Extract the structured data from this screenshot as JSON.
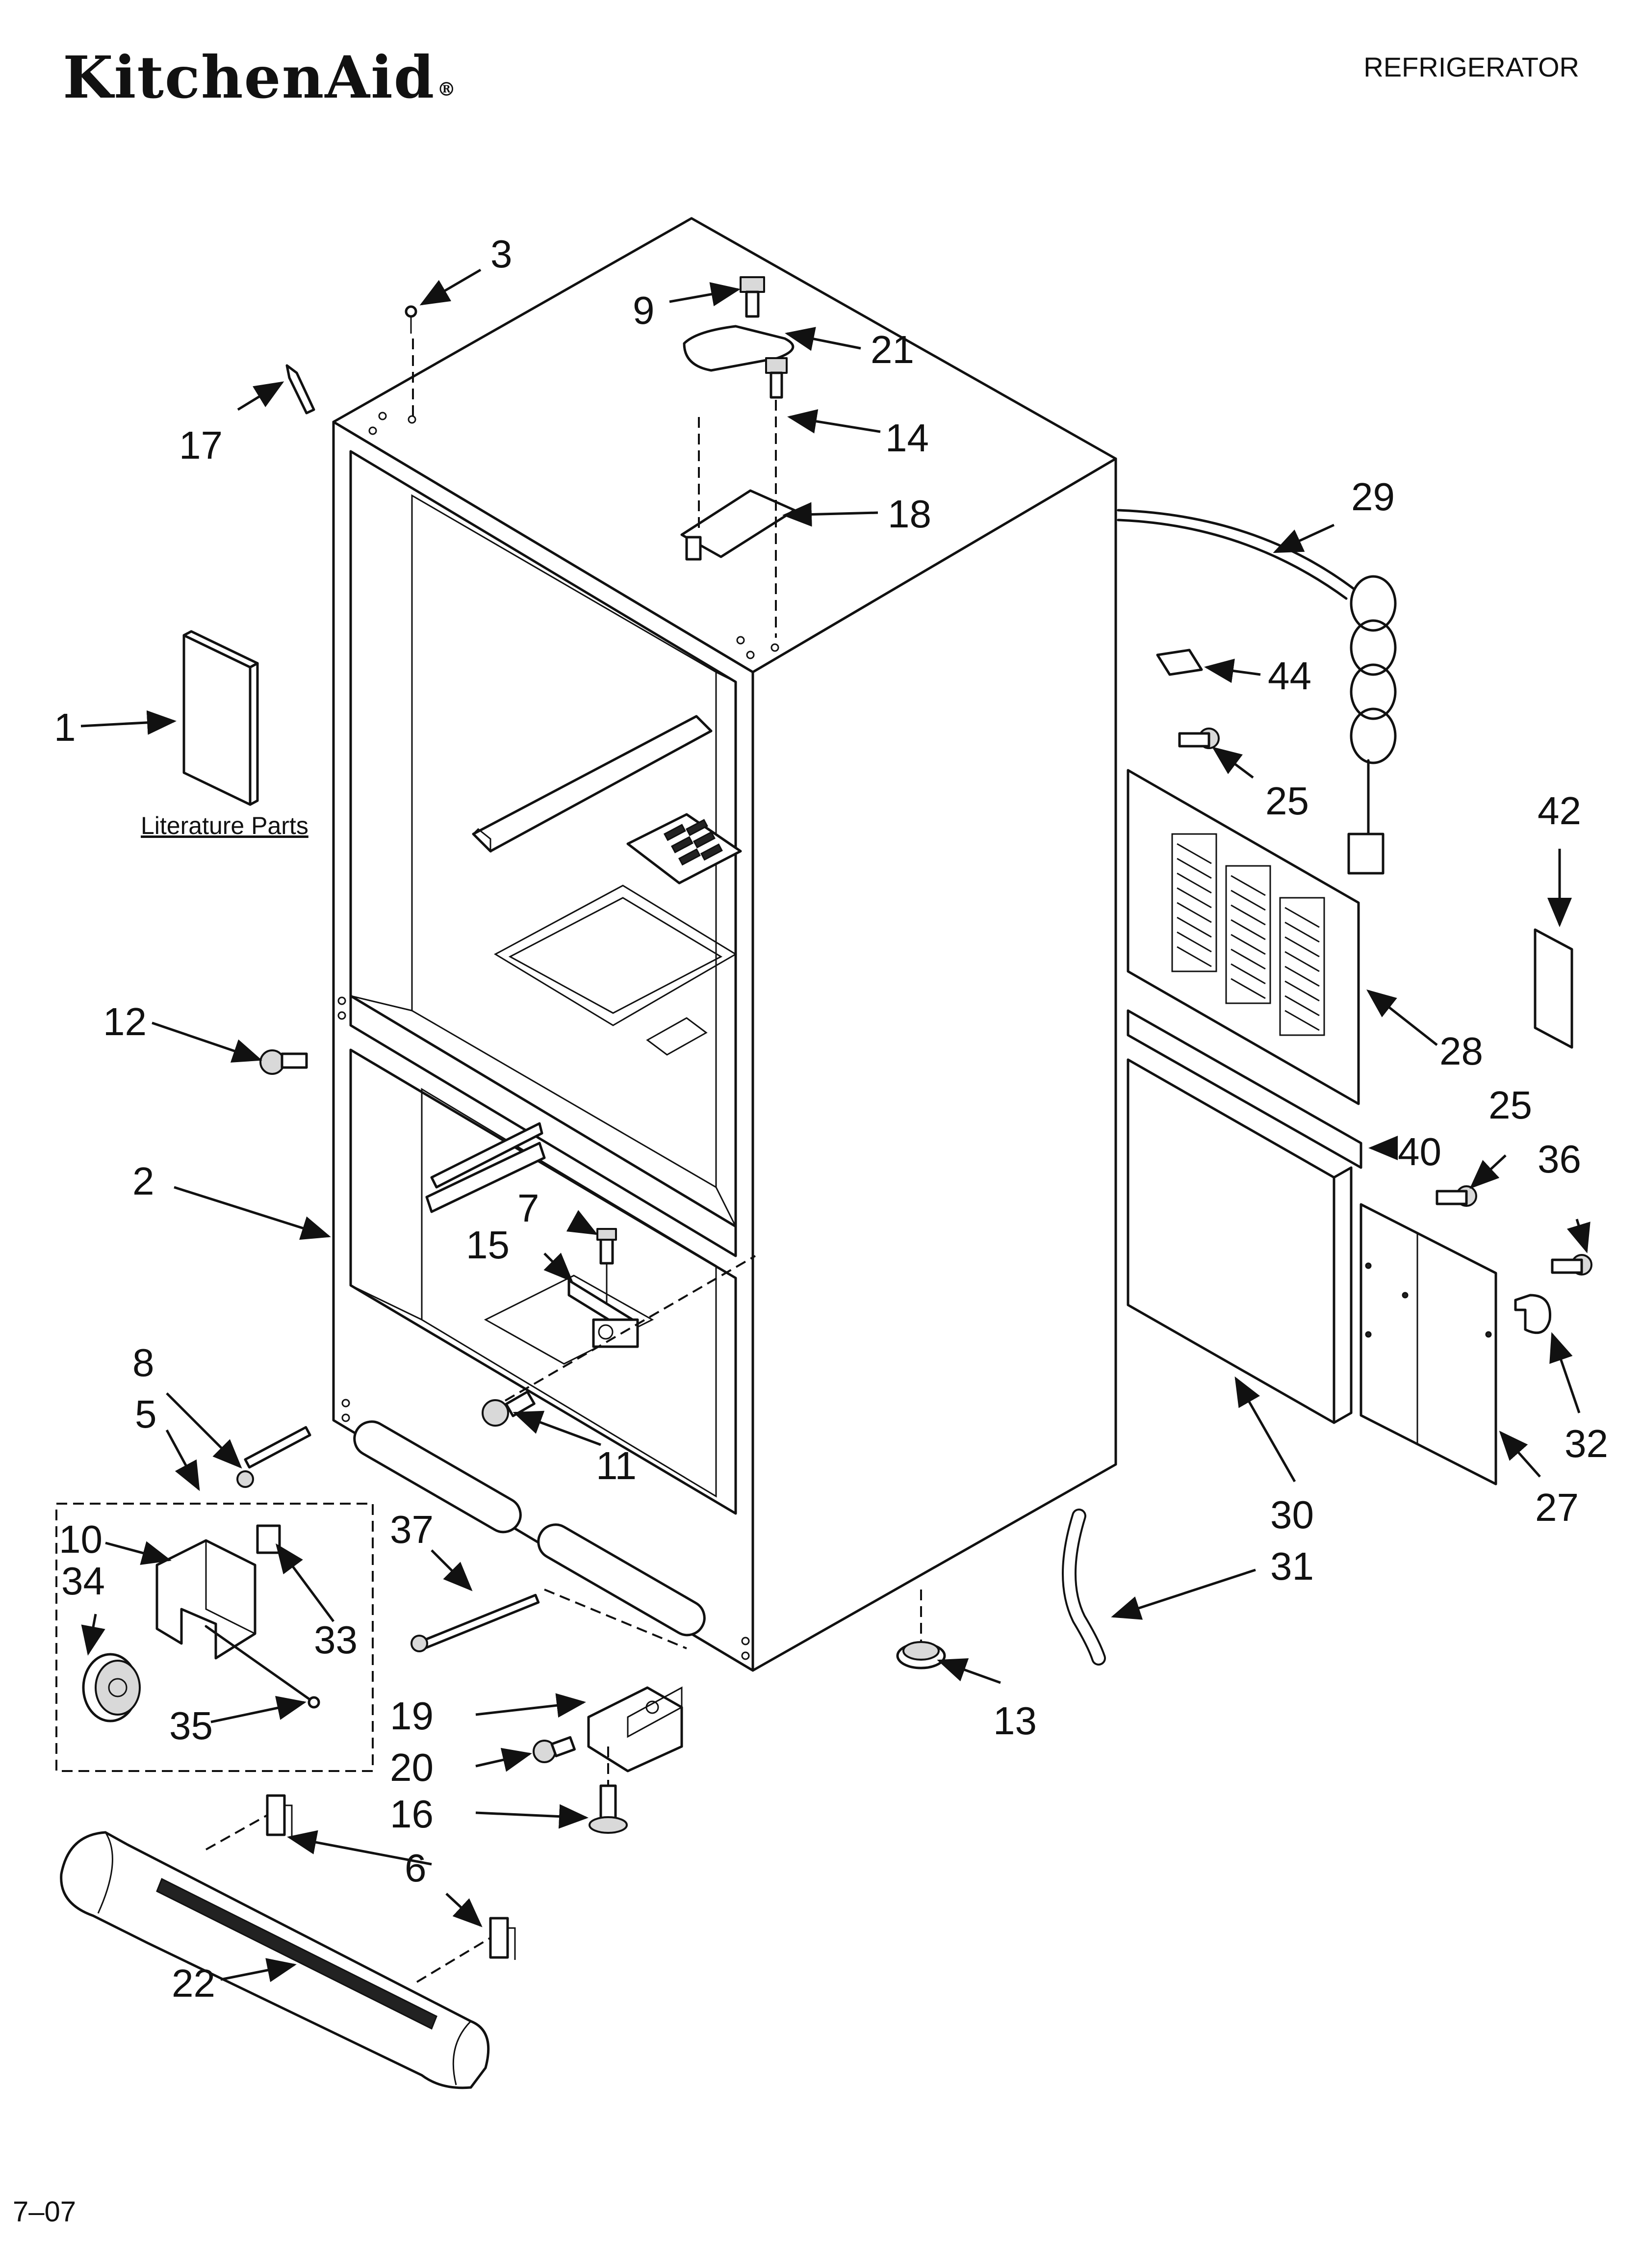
{
  "header": {
    "brand": "KitchenAid",
    "section": "REFRIGERATOR"
  },
  "footer": {
    "date_code": "7–07"
  },
  "literature_caption": "Literature Parts",
  "callouts": [
    "1",
    "2",
    "3",
    "5",
    "6",
    "7",
    "8",
    "9",
    "10",
    "11",
    "12",
    "13",
    "14",
    "15",
    "16",
    "17",
    "18",
    "19",
    "20",
    "21",
    "22",
    "25",
    "25",
    "27",
    "28",
    "29",
    "30",
    "31",
    "32",
    "33",
    "34",
    "35",
    "36",
    "37",
    "40",
    "42",
    "44"
  ]
}
